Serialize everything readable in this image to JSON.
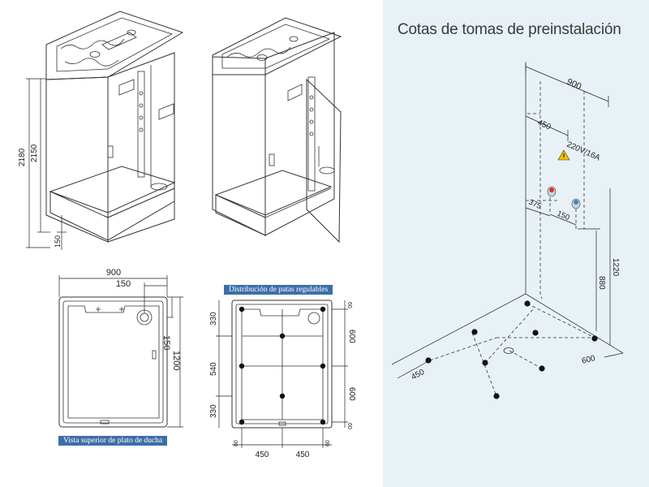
{
  "title": "Cotas de tomas de preinstalación",
  "captions": {
    "top_view": "Vista superior de plato de ducha",
    "feet": "Distribución de patas regulables"
  },
  "cabin_dims": {
    "total_height": "2180",
    "cabin_height": "2150",
    "base_height": "150"
  },
  "top_view_dims": {
    "width": "900",
    "drain_x": "150",
    "drain_y": "150",
    "length": "1200"
  },
  "feet_dims": {
    "left": [
      "330",
      "540",
      "330"
    ],
    "right": [
      "60",
      "600",
      "600",
      "60"
    ],
    "bottom": [
      "60",
      "450",
      "450",
      "60"
    ]
  },
  "install_dims": {
    "wall_width": "900",
    "electric_x": "450",
    "electric_label": "220V/16A",
    "water_x": "375",
    "water_spacing": "150",
    "water_height": "880",
    "electric_height": "1220",
    "floor_x": "450",
    "floor_y": "600"
  },
  "colors": {
    "panel_bg": "#e8f2f6",
    "caption_bg": "#3d6ea8",
    "hot": "#d9342b",
    "cold": "#3a86c8",
    "warning": "#f2c200"
  }
}
